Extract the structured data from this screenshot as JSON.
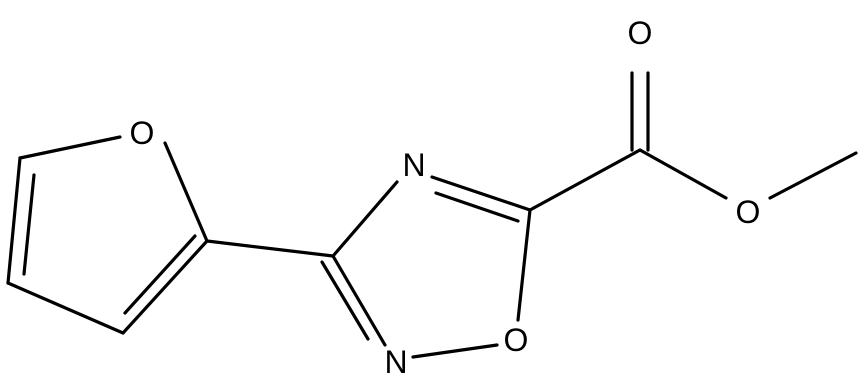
{
  "molecule": {
    "atoms": {
      "o_furan": "O",
      "n_top": "N",
      "n_bottom": "N",
      "o_ring": "O",
      "o_carbonyl": "O",
      "o_ester": "O"
    },
    "colors": {
      "bond": "#000000",
      "label": "#000000",
      "background": "#ffffff"
    }
  }
}
